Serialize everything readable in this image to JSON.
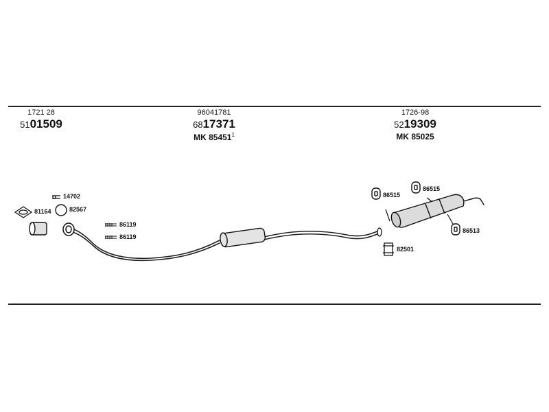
{
  "sections": [
    {
      "ref": "1721 28",
      "num_prefix": "51",
      "num_main": "01509",
      "mk_label": "",
      "mk_number": "",
      "mk_sup": ""
    },
    {
      "ref": "96041781",
      "num_prefix": "68",
      "num_main": "17371",
      "mk_label": "MK",
      "mk_number": "85451",
      "mk_sup": "1"
    },
    {
      "ref": "1726-98",
      "num_prefix": "52",
      "num_main": "19309",
      "mk_label": "MK",
      "mk_number": "85025",
      "mk_sup": ""
    }
  ],
  "parts": {
    "p14702": "14702",
    "p81164": "81164",
    "p82567": "82567",
    "p86119a": "86119",
    "p86119b": "86119",
    "p86515a": "86515",
    "p86515b": "86515",
    "p86513": "86513",
    "p82501": "82501"
  },
  "colors": {
    "line": "#222222",
    "part_fill": "#d9d9d9",
    "part_stroke": "#111111"
  }
}
